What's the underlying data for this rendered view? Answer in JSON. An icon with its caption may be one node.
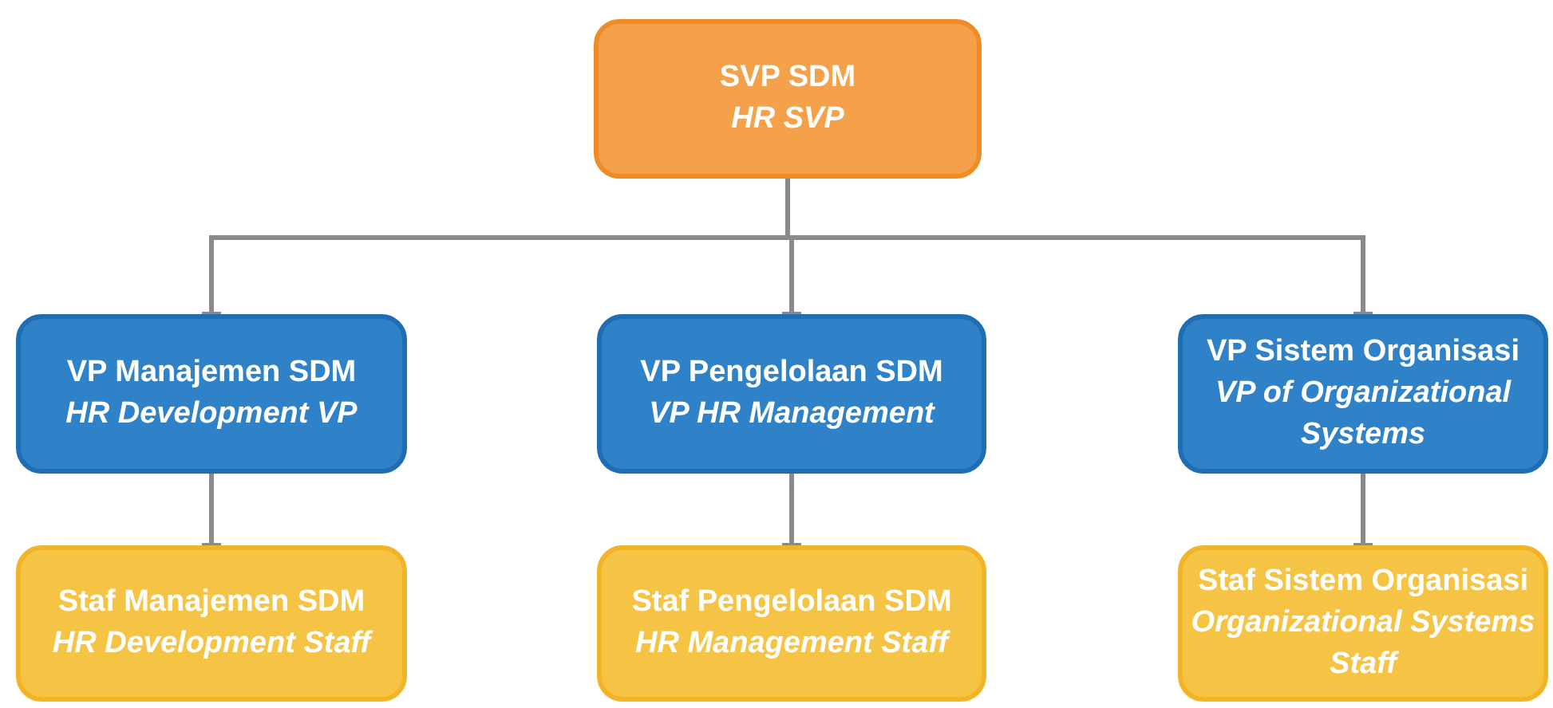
{
  "diagram": {
    "nodes": [
      {
        "text": [
          "SVP SDM",
          "HR SVP"
        ]
      },
      {
        "text": [
          "VP Manajemen SDM",
          "HR Development VP"
        ]
      },
      {
        "text": [
          "VP Pengelolaan SDM",
          "VP HR Management"
        ]
      },
      {
        "text": [
          "VP Sistem Organisasi",
          "VP of Organizational Systems"
        ]
      },
      {
        "text": [
          "Staf Manajemen SDM",
          "HR Development Staff"
        ]
      },
      {
        "text": [
          "Staf Pengelolaan SDM",
          "HR Management Staff"
        ]
      },
      {
        "text": [
          "Staf Sistem Organisasi",
          "Organizational Systems Staff"
        ]
      }
    ],
    "edges": [
      {
        "from": 0,
        "to": 1,
        "arrow": "other"
      },
      {
        "from": 0,
        "to": 2,
        "arrow": "other"
      },
      {
        "from": 0,
        "to": 3,
        "arrow": "other"
      },
      {
        "from": 1,
        "to": 4,
        "arrow": "other"
      },
      {
        "from": 2,
        "to": 5,
        "arrow": "other"
      },
      {
        "from": 3,
        "to": 6,
        "arrow": "other"
      }
    ]
  }
}
